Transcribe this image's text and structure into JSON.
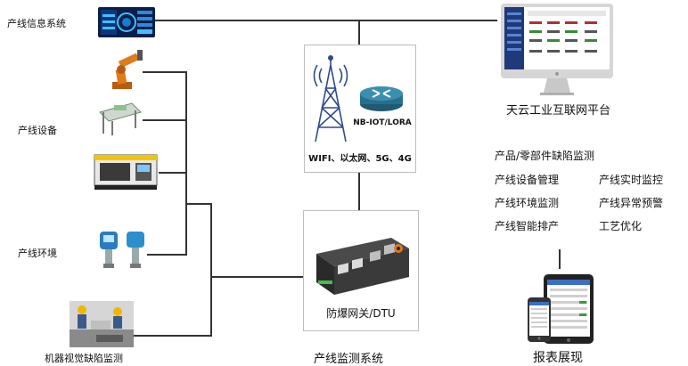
{
  "left_labels": {
    "info_system": "产线信息系统",
    "equipment": "产线设备",
    "environment": "产线环境",
    "vision": "机器视觉缺陷监测"
  },
  "network_box": {
    "router_label": "NB-IOT/LORA",
    "protocols": "WIFI、以太网、5G、4G"
  },
  "gateway_box": {
    "label": "防爆网关/DTU"
  },
  "platform": {
    "title": "天云工业互联网平台"
  },
  "features": [
    "产品/零部件缺陷监测",
    "产线设备管理",
    "产线实时监控",
    "产线环境监测",
    "产线异常预警",
    "产线智能排产",
    "工艺优化"
  ],
  "captions": {
    "monitoring_system": "产线监测系统",
    "report": "报表展现"
  },
  "colors": {
    "line": "#333333",
    "platform_sidebar": "#1e3a7a",
    "router": "#2a6f8a",
    "gateway": "#3a3a3a",
    "gateway_accent": "#e07a1a"
  }
}
